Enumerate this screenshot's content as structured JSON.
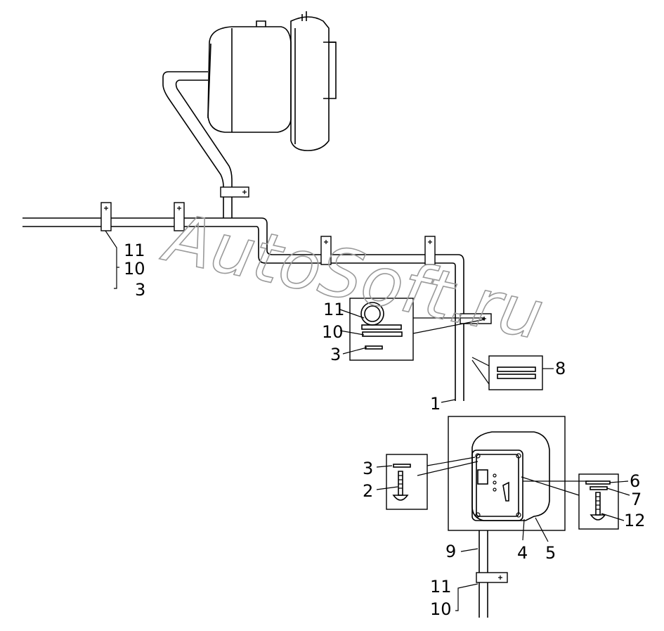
{
  "watermark": "AutoSoft.ru",
  "callouts": {
    "left_stack": [
      "11",
      "10",
      "3"
    ],
    "detail_stack": [
      "11",
      "10",
      "3"
    ],
    "pad": "8",
    "cable_upper": "1",
    "cable_lower": "9",
    "screw_left": [
      "3",
      "2"
    ],
    "socket": [
      "4",
      "5"
    ],
    "screw_right": [
      "6",
      "7",
      "12"
    ],
    "bottom_stack": [
      "11",
      "10"
    ]
  },
  "colors": {
    "line": "#000000",
    "watermark": "#9a9a9a",
    "background": "#ffffff"
  },
  "icons": [
    "clamp-icon",
    "compressor-icon",
    "socket-box-icon",
    "screw-icon",
    "washer-icon"
  ]
}
